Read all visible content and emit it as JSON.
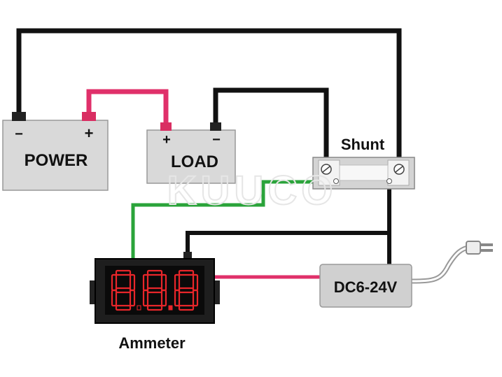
{
  "power": {
    "label": "POWER",
    "neg": "−",
    "pos": "+"
  },
  "load": {
    "label": "LOAD",
    "pos": "+",
    "neg": "−"
  },
  "shunt": {
    "label": "Shunt"
  },
  "supply": {
    "label": "DC6-24V"
  },
  "ammeter": {
    "label": "Ammeter",
    "display": "88.8"
  },
  "watermark": "KUUCO",
  "colors": {
    "black_wire": "#111111",
    "red_wire": "#e0306a",
    "green_wire": "#2aa33a",
    "box_fill": "#d9d9d9",
    "display_red": "#e8262a"
  }
}
